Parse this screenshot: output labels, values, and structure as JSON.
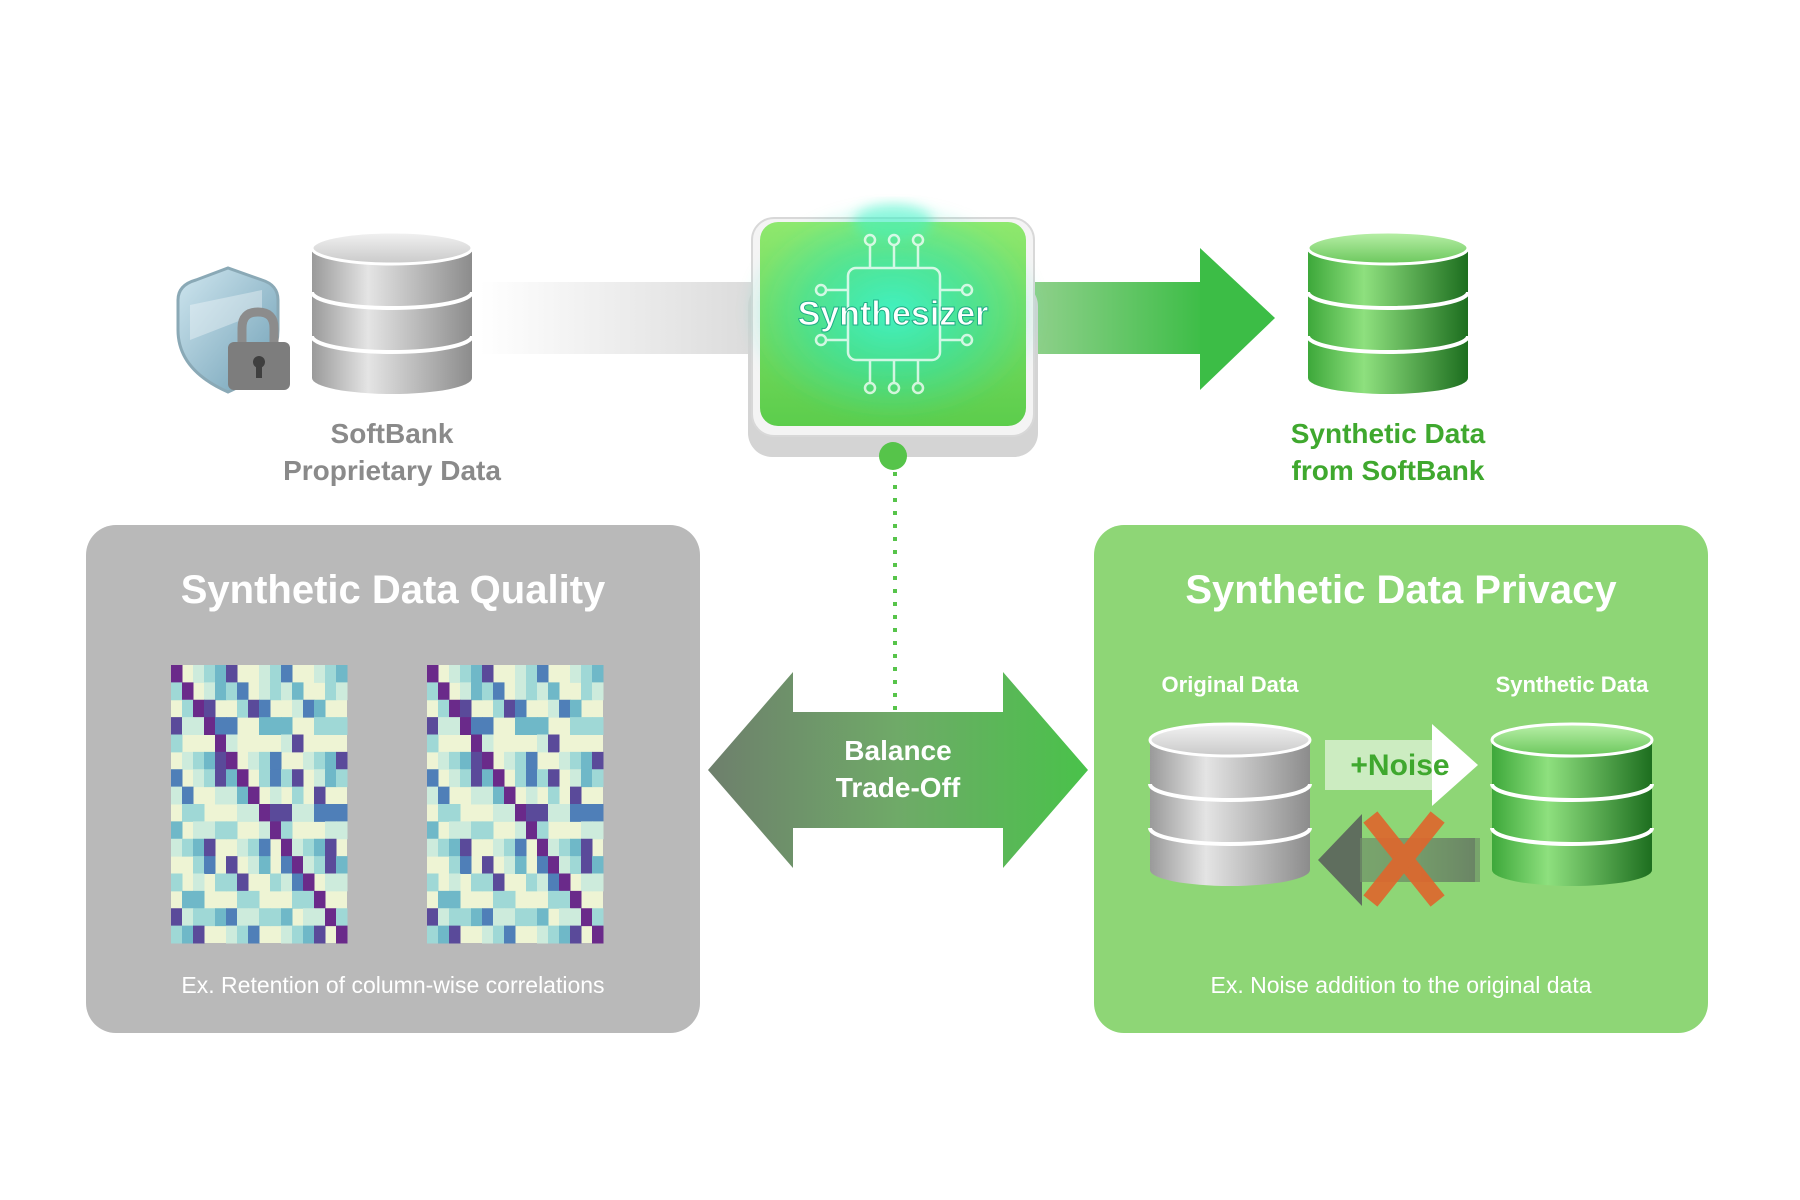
{
  "source": {
    "label_line1": "SoftBank",
    "label_line2": "Proprietary Data",
    "icons": [
      "shield-icon",
      "lock-icon",
      "database-icon"
    ]
  },
  "synthesizer": {
    "label": "Synthesizer",
    "icon": "chip-icon"
  },
  "output": {
    "label_line1": "Synthetic Data",
    "label_line2": "from SoftBank",
    "icon": "database-icon"
  },
  "quality_panel": {
    "title": "Synthetic Data Quality",
    "caption": "Ex. Retention of column-wise correlations"
  },
  "balance": {
    "line1": "Balance",
    "line2": "Trade-Off"
  },
  "privacy_panel": {
    "title": "Synthetic Data Privacy",
    "original_label": "Original Data",
    "synthetic_label": "Synthetic Data",
    "noise_label": "+Noise",
    "caption": "Ex. Noise addition to the original data"
  },
  "colors": {
    "gray_panel": "#b9b9b9",
    "green_panel": "#8ed676",
    "green_text": "#3fa82e",
    "gray_text": "#8a8a8a",
    "accent_green": "#56c44a",
    "cross": "#e0662c"
  }
}
